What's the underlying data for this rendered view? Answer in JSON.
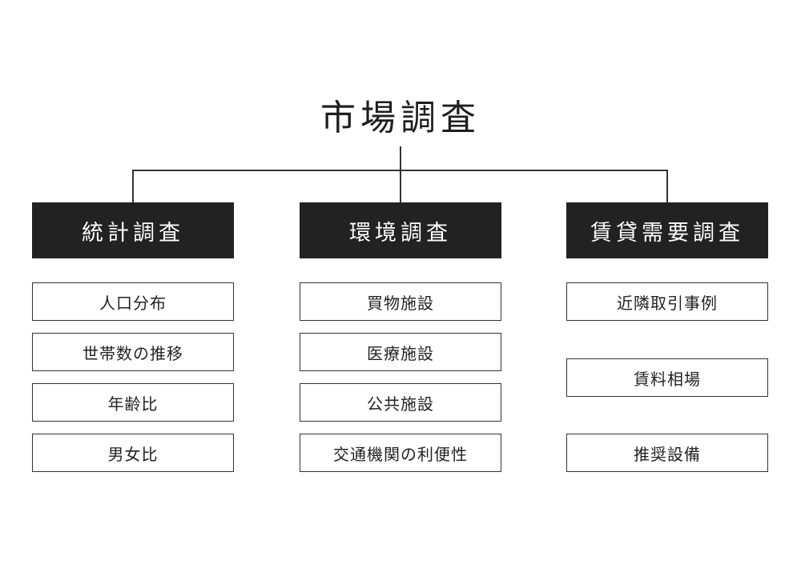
{
  "root": {
    "title": "市場調査"
  },
  "categories": [
    {
      "title": "統計調査",
      "items": [
        "人口分布",
        "世帯数の推移",
        "年齢比",
        "男女比"
      ]
    },
    {
      "title": "環境調査",
      "items": [
        "買物施設",
        "医療施設",
        "公共施設",
        "交通機関の利便性"
      ]
    },
    {
      "title": "賃貸需要調査",
      "items": [
        "近隣取引事例",
        "賃料相場",
        "推奨設備"
      ]
    }
  ]
}
